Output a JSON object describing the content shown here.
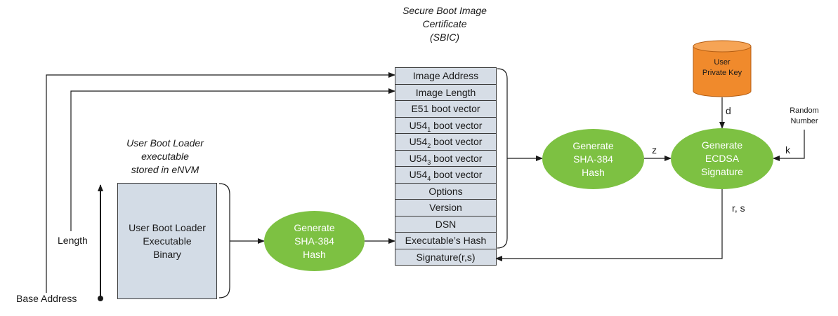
{
  "sbic_title": [
    "Secure Boot Image",
    "Certificate",
    "(SBIC)"
  ],
  "sbic_rows": [
    {
      "main": "Image Address",
      "sub": "",
      "tail": ""
    },
    {
      "main": "Image Length",
      "sub": "",
      "tail": ""
    },
    {
      "main": "E51 boot vector",
      "sub": "",
      "tail": ""
    },
    {
      "main": "U54",
      "sub": "1",
      "tail": " boot vector"
    },
    {
      "main": "U54",
      "sub": "2",
      "tail": " boot vector"
    },
    {
      "main": "U54",
      "sub": "3",
      "tail": " boot vector"
    },
    {
      "main": "U54",
      "sub": "4",
      "tail": " boot vector"
    },
    {
      "main": "Options",
      "sub": "",
      "tail": ""
    },
    {
      "main": "Version",
      "sub": "",
      "tail": ""
    },
    {
      "main": "DSN",
      "sub": "",
      "tail": ""
    },
    {
      "main": "Executable’s Hash",
      "sub": "",
      "tail": ""
    },
    {
      "main": "Signature(r,s)",
      "sub": "",
      "tail": ""
    }
  ],
  "ubl_caption": [
    "User Boot Loader",
    "executable",
    "stored in eNVM"
  ],
  "ubl_box": [
    "User Boot Loader",
    "Executable",
    "Binary"
  ],
  "hash_left": [
    "Generate",
    "SHA-384",
    "Hash"
  ],
  "hash_right": [
    "Generate",
    "SHA-384",
    "Hash"
  ],
  "ecdsa": [
    "Generate",
    "ECDSA",
    "Signature"
  ],
  "private_key": [
    "User",
    "Private Key"
  ],
  "random_number": [
    "Random",
    "Number"
  ],
  "labels": {
    "length": "Length",
    "base_address": "Base Address",
    "d": "d",
    "z": "z",
    "k": "k",
    "rs": "r, s"
  },
  "colors": {
    "oval_green": "#7dc142",
    "cylinder_orange": "#f08a2c",
    "box_fill": "#d6dde6",
    "line": "#1a1a1a"
  }
}
